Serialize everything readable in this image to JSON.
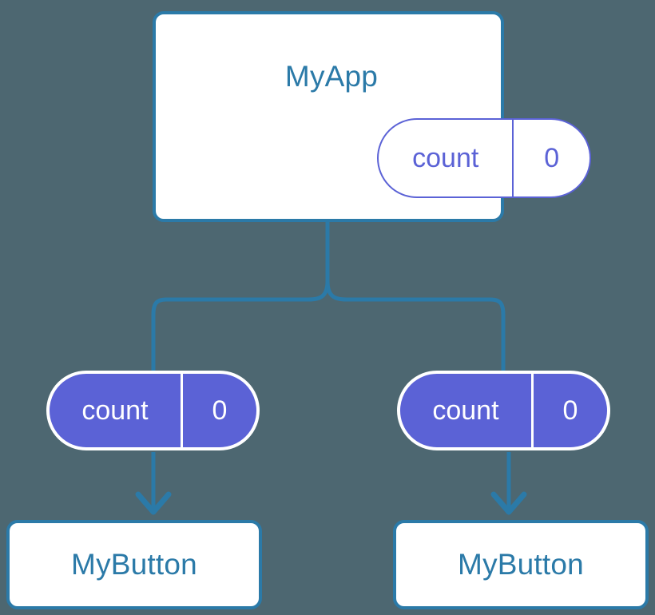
{
  "diagram": {
    "type": "component-tree",
    "background_color": "#4d6771",
    "accent_blue": "#2b7aa8",
    "accent_purple": "#5b62d6",
    "root": {
      "title": "MyApp",
      "state": {
        "key": "count",
        "value": "0"
      }
    },
    "props": [
      {
        "key": "count",
        "value": "0"
      },
      {
        "key": "count",
        "value": "0"
      }
    ],
    "leaves": [
      {
        "title": "MyButton"
      },
      {
        "title": "MyButton"
      }
    ],
    "connectors": {
      "trunk_label": "state-flow-down",
      "arrow_label": "props-arrow"
    }
  }
}
